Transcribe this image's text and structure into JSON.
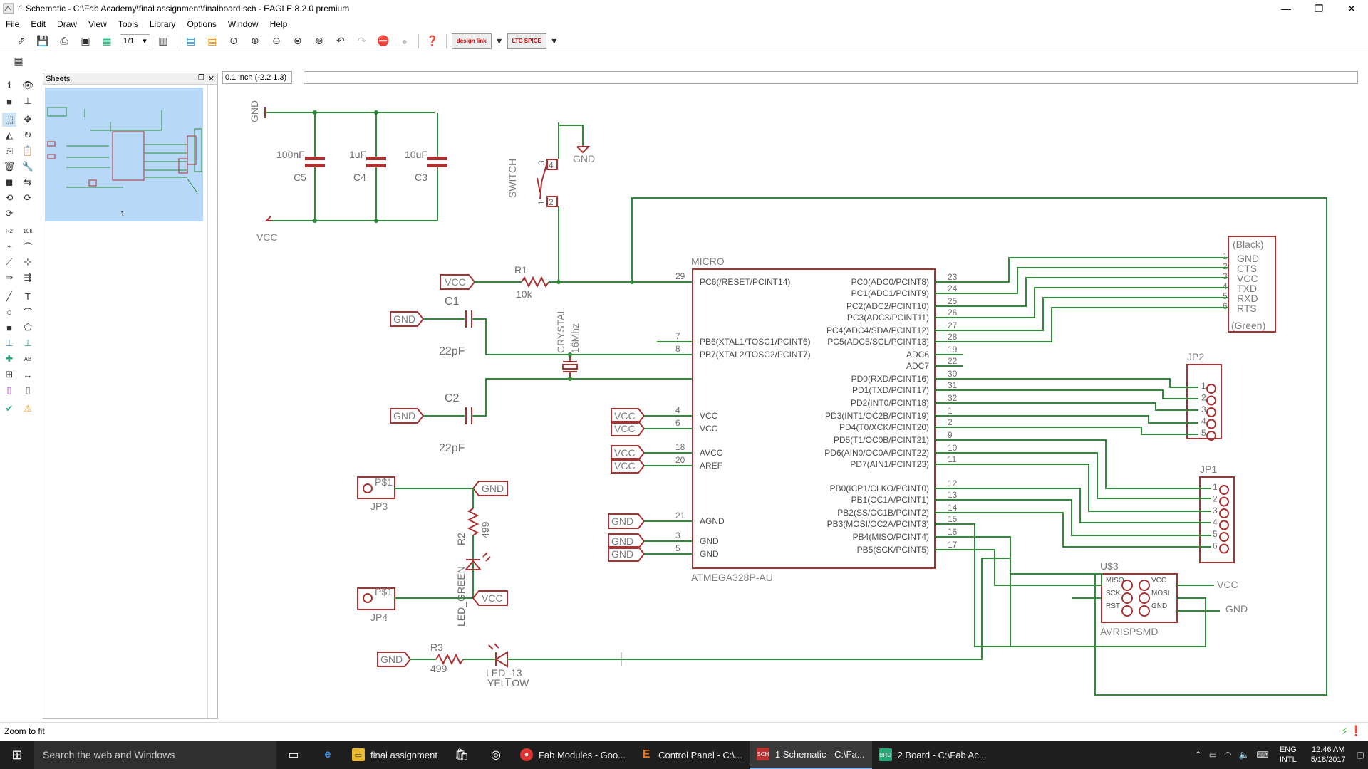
{
  "window": {
    "title": "1 Schematic - C:\\Fab Academy\\final assignment\\finalboard.sch - EAGLE 8.2.0 premium",
    "minimize": "—",
    "maximize": "❐",
    "close": "✕"
  },
  "menu": [
    "File",
    "Edit",
    "Draw",
    "View",
    "Tools",
    "Library",
    "Options",
    "Window",
    "Help"
  ],
  "toolbar": {
    "sheet_select": "1/1",
    "design_link": "design link",
    "ltc_spice": "LTC SPICE"
  },
  "sheets_panel": {
    "title": "Sheets",
    "sheet_label": "1"
  },
  "coord_readout": "0.1 inch (-2.2 1.3)",
  "status_text": "Zoom to fit",
  "schematic": {
    "decoupling": {
      "gnd": "GND",
      "vcc": "VCC",
      "caps": [
        {
          "value": "100nF",
          "name": "C5"
        },
        {
          "value": "1uF",
          "name": "C4"
        },
        {
          "value": "10uF",
          "name": "C3"
        }
      ]
    },
    "switch": {
      "label": "SWITCH",
      "gnd": "GND",
      "pins": [
        "1",
        "2",
        "3",
        "4"
      ]
    },
    "reset": {
      "vcc": "VCC",
      "r_name": "R1",
      "r_value": "10k"
    },
    "crystal": {
      "label": "CRYSTAL",
      "freq": "16Mhz",
      "c1": "C1",
      "c1_val": "22pF",
      "c2": "C2",
      "c2_val": "22pF",
      "gnd": "GND"
    },
    "mcu": {
      "label": "MICRO",
      "part": "ATMEGA328P-AU",
      "left_pins": [
        {
          "num": "29",
          "name": "PC6(/RESET/PCINT14)"
        },
        {
          "num": "7",
          "name": "PB6(XTAL1/TOSC1/PCINT6)"
        },
        {
          "num": "8",
          "name": "PB7(XTAL2/TOSC2/PCINT7)"
        },
        {
          "num": "4",
          "name": "VCC"
        },
        {
          "num": "6",
          "name": "VCC"
        },
        {
          "num": "18",
          "name": "AVCC"
        },
        {
          "num": "20",
          "name": "AREF"
        },
        {
          "num": "21",
          "name": "AGND"
        },
        {
          "num": "3",
          "name": "GND"
        },
        {
          "num": "5",
          "name": "GND"
        }
      ],
      "right_pins": [
        {
          "num": "23",
          "name": "PC0(ADC0/PCINT8)"
        },
        {
          "num": "24",
          "name": "PC1(ADC1/PCINT9)"
        },
        {
          "num": "25",
          "name": "PC2(ADC2/PCINT10)"
        },
        {
          "num": "26",
          "name": "PC3(ADC3/PCINT11)"
        },
        {
          "num": "27",
          "name": "PC4(ADC4/SDA/PCINT12)"
        },
        {
          "num": "28",
          "name": "PC5(ADC5/SCL/PCINT13)"
        },
        {
          "num": "19",
          "name": "ADC6"
        },
        {
          "num": "22",
          "name": "ADC7"
        },
        {
          "num": "30",
          "name": "PD0(RXD/PCINT16)"
        },
        {
          "num": "31",
          "name": "PD1(TXD/PCINT17)"
        },
        {
          "num": "32",
          "name": "PD2(INT0/PCINT18)"
        },
        {
          "num": "1",
          "name": "PD3(INT1/OC2B/PCINT19)"
        },
        {
          "num": "2",
          "name": "PD4(T0/XCK/PCINT20)"
        },
        {
          "num": "9",
          "name": "PD5(T1/OC0B/PCINT21)"
        },
        {
          "num": "10",
          "name": "PD6(AIN0/OC0A/PCINT22)"
        },
        {
          "num": "11",
          "name": "PD7(AIN1/PCINT23)"
        },
        {
          "num": "12",
          "name": "PB0(ICP1/CLKO/PCINT0)"
        },
        {
          "num": "13",
          "name": "PB1(OC1A/PCINT1)"
        },
        {
          "num": "14",
          "name": "PB2(SS/OC1B/PCINT2)"
        },
        {
          "num": "15",
          "name": "PB3(MOSI/OC2A/PCINT3)"
        },
        {
          "num": "16",
          "name": "PB4(MISO/PCINT4)"
        },
        {
          "num": "17",
          "name": "PB5(SCK/PCINT5)"
        }
      ]
    },
    "ftdi": {
      "top": "(Black)",
      "bottom": "(Green)",
      "pins": [
        {
          "num": "1",
          "name": "GND"
        },
        {
          "num": "2",
          "name": "CTS"
        },
        {
          "num": "3",
          "name": "VCC"
        },
        {
          "num": "4",
          "name": "TXD"
        },
        {
          "num": "5",
          "name": "RXD"
        },
        {
          "num": "6",
          "name": "RTS"
        }
      ]
    },
    "jp2": {
      "name": "JP2",
      "pins": [
        "1",
        "2",
        "3",
        "4",
        "5"
      ]
    },
    "jp1": {
      "name": "JP1",
      "pins": [
        "1",
        "2",
        "3",
        "4",
        "5",
        "6"
      ]
    },
    "isp": {
      "name": "U$3",
      "part": "AVRISPSMD",
      "pins": [
        "MISO",
        "VCC",
        "SCK",
        "MOSI",
        "RST",
        "GND"
      ],
      "vcc": "VCC",
      "gnd": "GND"
    },
    "led_green": {
      "jp3": "JP3",
      "jp4": "JP4",
      "pad": "P$1",
      "gnd": "GND",
      "vcc": "VCC",
      "r_name": "R2",
      "r_value": "499",
      "led": "LED_GREEN"
    },
    "led_yellow": {
      "gnd": "GND",
      "r_name": "R3",
      "r_value": "499",
      "led": "LED_13",
      "led2": "YELLOW"
    },
    "vcc_flags": [
      "VCC",
      "VCC",
      "VCC",
      "VCC"
    ],
    "gnd_flags": [
      "GND",
      "GND",
      "GND"
    ]
  },
  "taskbar": {
    "search": "Search the web and Windows",
    "tasks": [
      {
        "label": "final assignment",
        "icon": "folder-icon"
      },
      {
        "label": "Fab Modules - Goo...",
        "icon": "chrome-icon"
      },
      {
        "label": "Control Panel - C:\\...",
        "icon": "eagle-icon"
      },
      {
        "label": "1 Schematic - C:\\Fa...",
        "icon": "schematic-icon"
      },
      {
        "label": "2 Board - C:\\Fab Ac...",
        "icon": "board-icon"
      }
    ],
    "lang1": "ENG",
    "lang2": "INTL",
    "time": "12:46 AM",
    "date": "5/18/2017"
  }
}
